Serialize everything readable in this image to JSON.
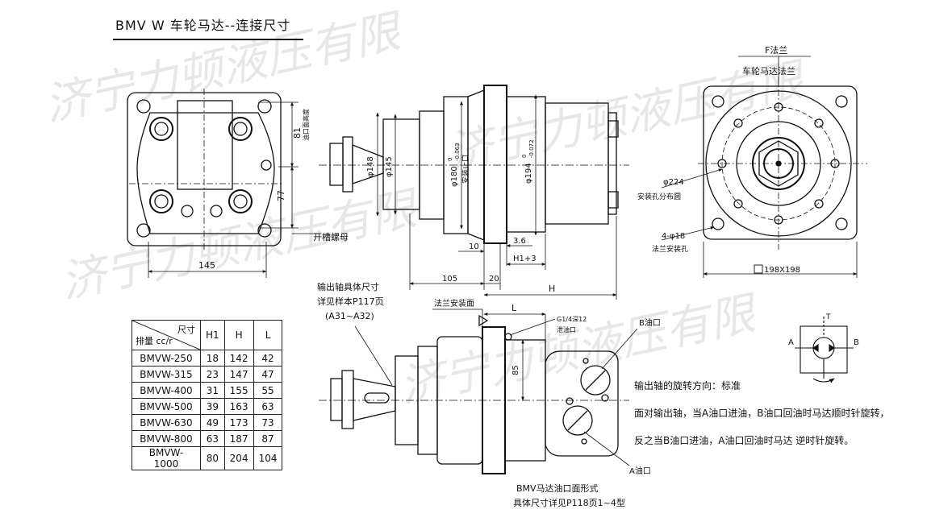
{
  "title": "BMV W 车轮马达--连接尺寸",
  "watermark": "济宁力顿液压有限",
  "left_view": {
    "dim_81": "81",
    "dim_77": "77",
    "dim_145": "145",
    "port_height_label": "油口面高度",
    "slot_nut_label": "开槽螺母"
  },
  "side_view": {
    "phi148": "φ148",
    "phi145": "φ145",
    "phi180": "φ180",
    "phi180_tol_upper": "0",
    "phi180_tol_lower": "-0.063",
    "phi180_note": "安装止口",
    "phi194": "φ194",
    "phi194_tol_upper": "0",
    "phi194_tol_lower": "-0.072",
    "dim_10": "10",
    "dim_3_6": "3.6",
    "dim_h1_3": "H1+3",
    "dim_105": "105",
    "dim_20": "20",
    "dim_h": "H"
  },
  "right_view": {
    "f_flange": "F法兰",
    "wheel_motor_flange": "车轮马达法兰",
    "phi224": "φ224",
    "bolt_circle": "安装孔分布圆",
    "holes": "4-φ18",
    "flange_holes": "法兰安装孔",
    "square": "198X198"
  },
  "bottom_view": {
    "output_shaft_line1": "输出轴具体尺寸",
    "output_shaft_line2": "详见样本P117页",
    "output_shaft_line3": "(A31~A32)",
    "flange_face": "法兰安装面",
    "dim_L": "L",
    "g14_line1": "G1/4深12",
    "g14_line2": "泄油口",
    "dim_85": "85",
    "b_port": "B油口",
    "a_port": "A油口",
    "caption_line1": "BMV马达油口面形式",
    "caption_line2": "具体尺寸详见P118页1~4型"
  },
  "hydraulic_symbol": {
    "t_label": "T",
    "a_label": "A",
    "b_label": "B"
  },
  "rotation_notes": [
    "输出轴的旋转方向：标准",
    "面对输出轴，当A油口进油，B油口回油时马达顺时针旋转，",
    "反之当B油口进油，A油口回油时马达 逆时针旋转。"
  ],
  "table": {
    "header_top": "尺寸",
    "header_bottom": "排量 cc/r",
    "columns": [
      "H1",
      "H",
      "L"
    ],
    "rows": [
      {
        "model": "BMVW-250",
        "H1": "18",
        "H": "142",
        "L": "42"
      },
      {
        "model": "BMVW-315",
        "H1": "23",
        "H": "147",
        "L": "47"
      },
      {
        "model": "BMVW-400",
        "H1": "31",
        "H": "155",
        "L": "55"
      },
      {
        "model": "BMVW-500",
        "H1": "39",
        "H": "163",
        "L": "63"
      },
      {
        "model": "BMVW-630",
        "H1": "49",
        "H": "173",
        "L": "73"
      },
      {
        "model": "BMVW-800",
        "H1": "63",
        "H": "187",
        "L": "87"
      },
      {
        "model": "BMVW-1000",
        "H1": "80",
        "H": "204",
        "L": "104"
      }
    ]
  }
}
